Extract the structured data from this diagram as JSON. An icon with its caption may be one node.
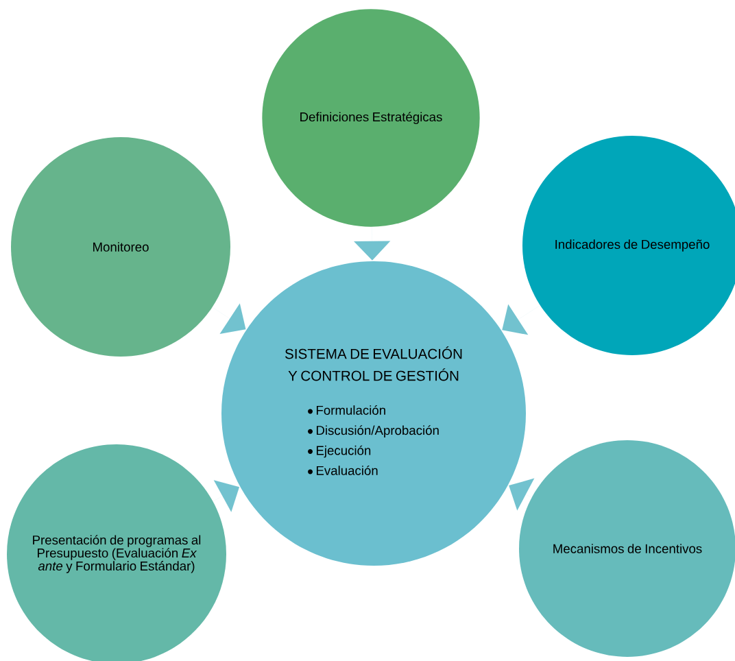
{
  "diagram": {
    "nodes": [
      {
        "text": [
          "Definiciones Estratégicas"
        ]
      },
      {
        "text": [
          "Monitoreo"
        ]
      },
      {
        "text": [
          "Indicadores de Desempeño"
        ]
      },
      {
        "text": [
          "SISTEMA DE EVALUACIÓN Y CONTROL DE GESTIÓN",
          "Formulación",
          "Discusión/Aprobación",
          "Ejecución",
          "Evaluación"
        ]
      },
      {
        "text": [
          "Presentación de programas al Presupuesto (Evaluación *Ex ante* y Formulario Estándar)"
        ]
      },
      {
        "text": [
          "Mecanismos de Incentivos"
        ]
      }
    ],
    "edges": [
      {
        "from": 0,
        "to": 3,
        "arrow": "to"
      },
      {
        "from": 1,
        "to": 3,
        "arrow": "to"
      },
      {
        "from": 2,
        "to": 3,
        "arrow": "to"
      },
      {
        "from": 4,
        "to": 3,
        "arrow": "to"
      },
      {
        "from": 5,
        "to": 3,
        "arrow": "to"
      }
    ]
  }
}
